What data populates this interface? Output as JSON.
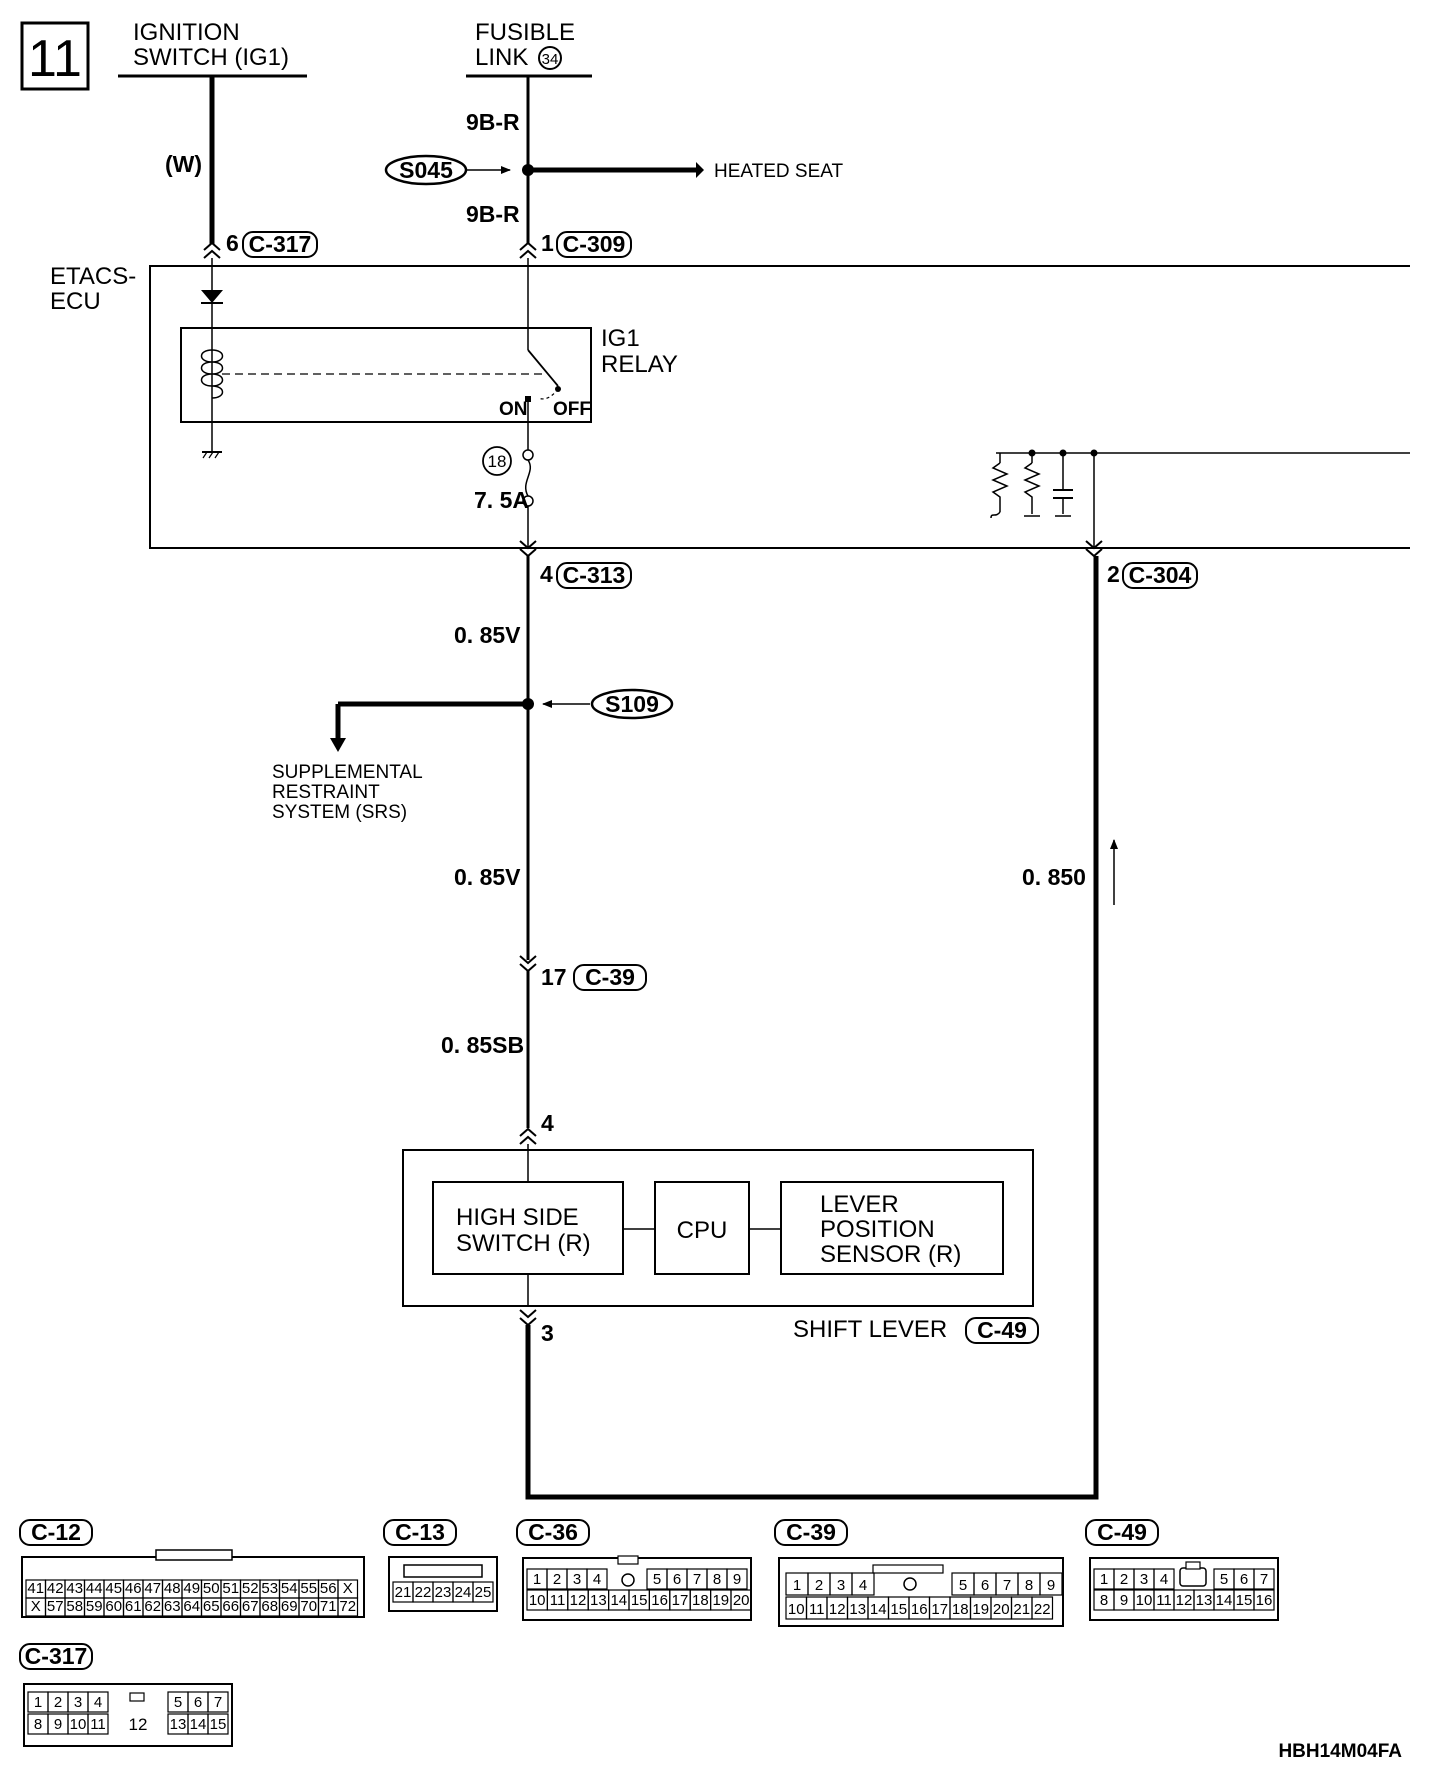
{
  "page_number": "11",
  "doc_code": "HBH14M04FA",
  "sources": {
    "ignition_line1": "IGNITION",
    "ignition_line2": "SWITCH (IG1)",
    "fusible_line1": "FUSIBLE",
    "fusible_line2": "LINK",
    "fusible_num": "34"
  },
  "wires": {
    "ign_wire": "(W)",
    "top1": "9B-R",
    "top2": "9B-R",
    "mid1": "0. 85V",
    "mid2": "0. 85V",
    "right": "0. 850",
    "low": "0. 85SB"
  },
  "splices": {
    "s045": "S045",
    "s109": "S109"
  },
  "destinations": {
    "heated_seat": "HEATED SEAT",
    "srs_line1": "SUPPLEMENTAL",
    "srs_line2": "RESTRAINT",
    "srs_line3": "SYSTEM (SRS)"
  },
  "ecu": {
    "name_line1": "ETACS-",
    "name_line2": "ECU",
    "relay_line1": "IG1",
    "relay_line2": "RELAY",
    "on": "ON",
    "off": "OFF",
    "fuse_num": "18",
    "fuse_rating": "7. 5A"
  },
  "connectors": {
    "c317": {
      "pin": "6",
      "name": "C-317"
    },
    "c309": {
      "pin": "1",
      "name": "C-309"
    },
    "c313": {
      "pin": "4",
      "name": "C-313"
    },
    "c304": {
      "pin": "2",
      "name": "C-304"
    },
    "c39": {
      "pin": "17",
      "name": "C-39"
    },
    "shift_in_pin": "4",
    "shift_out_pin": "3"
  },
  "shift_lever": {
    "name": "SHIFT LEVER",
    "connector": "C-49",
    "hss_line1": "HIGH SIDE",
    "hss_line2": "SWITCH (R)",
    "cpu": "CPU",
    "lps_line1": "LEVER",
    "lps_line2": "POSITION",
    "lps_line3": "SENSOR (R)"
  },
  "connector_views": {
    "c12": {
      "label": "C-12",
      "row1": [
        "41",
        "42",
        "43",
        "44",
        "45",
        "46",
        "47",
        "48",
        "49",
        "50",
        "51",
        "52",
        "53",
        "54",
        "55",
        "56",
        "X"
      ],
      "row2": [
        "X",
        "57",
        "58",
        "59",
        "60",
        "61",
        "62",
        "63",
        "64",
        "65",
        "66",
        "67",
        "68",
        "69",
        "70",
        "71",
        "72"
      ]
    },
    "c13": {
      "label": "C-13",
      "row1": [
        "21",
        "22",
        "23",
        "24",
        "25"
      ]
    },
    "c36": {
      "label": "C-36",
      "row1": [
        "1",
        "2",
        "3",
        "4",
        "",
        "5",
        "6",
        "7",
        "8",
        "9"
      ],
      "row2": [
        "10",
        "11",
        "12",
        "13",
        "14",
        "15",
        "16",
        "17",
        "18",
        "19",
        "20"
      ]
    },
    "c39": {
      "label": "C-39",
      "row1": [
        "1",
        "2",
        "3",
        "4",
        "",
        "5",
        "6",
        "7",
        "8",
        "9"
      ],
      "row2": [
        "10",
        "11",
        "12",
        "13",
        "14",
        "15",
        "16",
        "17",
        "18",
        "19",
        "20",
        "21",
        "22"
      ]
    },
    "c49": {
      "label": "C-49",
      "row1": [
        "1",
        "2",
        "3",
        "4",
        "",
        "5",
        "6",
        "7"
      ],
      "row2": [
        "8",
        "9",
        "10",
        "11",
        "12",
        "13",
        "14",
        "15",
        "16"
      ]
    },
    "c317": {
      "label": "C-317",
      "row1": [
        "1",
        "2",
        "3",
        "4",
        "5",
        "6",
        "7"
      ],
      "row2": [
        "8",
        "9",
        "10",
        "11",
        "13",
        "14",
        "15"
      ],
      "center": "12"
    }
  }
}
